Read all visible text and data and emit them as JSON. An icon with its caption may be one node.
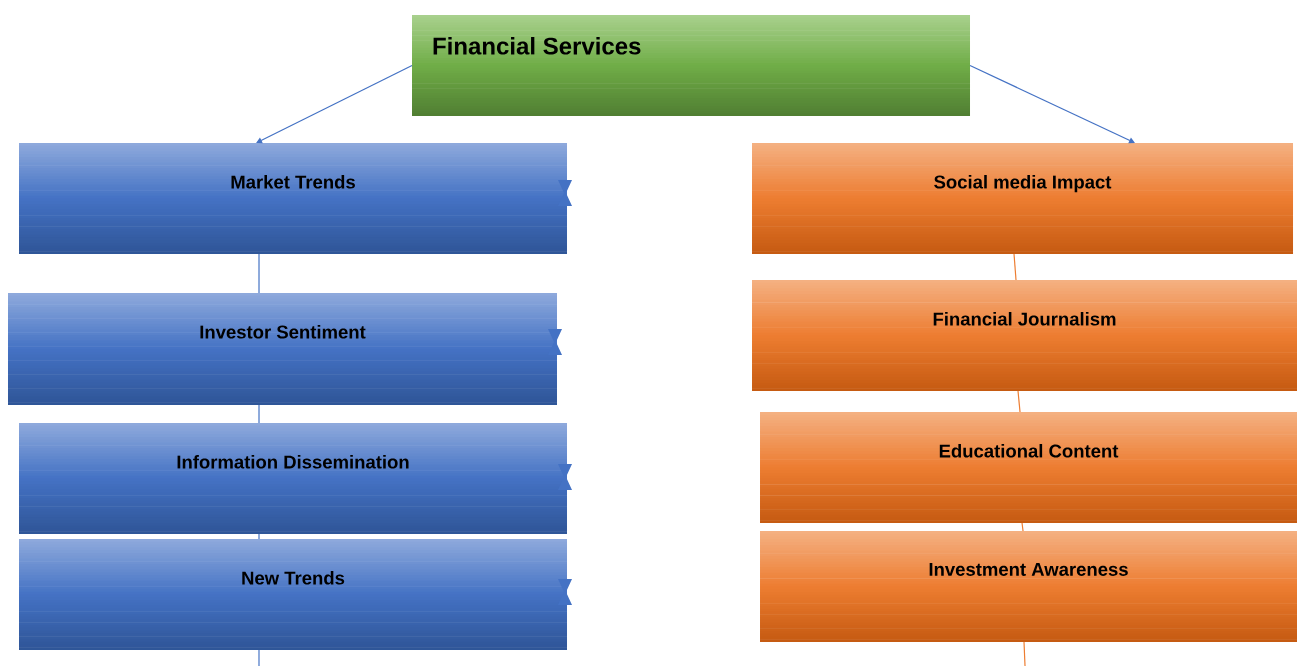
{
  "diagram": {
    "nodes": [
      {
        "text": [
          "Financial Services"
        ]
      },
      {
        "text": [
          "Market Trends"
        ]
      },
      {
        "text": [
          "Investor Sentiment"
        ]
      },
      {
        "text": [
          "Information Dissemination"
        ]
      },
      {
        "text": [
          "New Trends"
        ]
      },
      {
        "text": [
          "Social media Impact"
        ]
      },
      {
        "text": [
          "Financial Journalism"
        ]
      },
      {
        "text": [
          "Educational Content"
        ]
      },
      {
        "text": [
          "Investment Awareness"
        ]
      }
    ],
    "edges": [
      {
        "from": 0,
        "to": 1,
        "arrow": "to"
      },
      {
        "from": 0,
        "to": 5,
        "arrow": "to"
      },
      {
        "from": 1,
        "to": 2,
        "arrow": "none"
      },
      {
        "from": 2,
        "to": 3,
        "arrow": "none"
      },
      {
        "from": 3,
        "to": 4,
        "arrow": "none"
      },
      {
        "from": 4,
        "to": null,
        "arrow": "none"
      },
      {
        "from": 5,
        "to": 6,
        "arrow": "none",
        "color": "#ed7d31"
      },
      {
        "from": 6,
        "to": 7,
        "arrow": "none",
        "color": "#ed7d31"
      },
      {
        "from": 7,
        "to": 8,
        "arrow": "none",
        "color": "#ed7d31"
      },
      {
        "from": 8,
        "to": null,
        "arrow": "none",
        "color": "#ed7d31"
      }
    ]
  }
}
